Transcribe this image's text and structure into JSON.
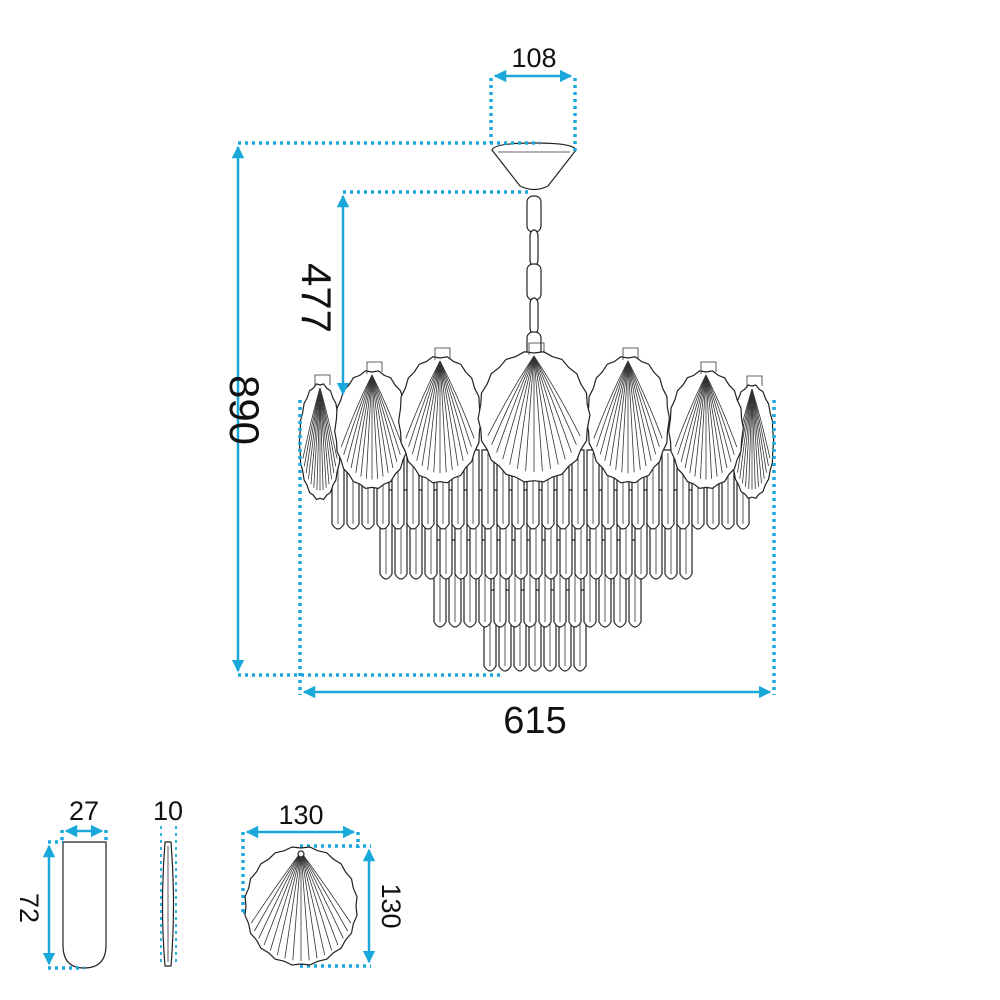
{
  "colors": {
    "dimension": "#1aa7d9",
    "outline": "#222222",
    "text": "#111111",
    "background": "#ffffff"
  },
  "dimensions": {
    "canopy_width": "108",
    "total_height": "890",
    "chain_length": "477",
    "body_width": "615"
  },
  "crystal_rod": {
    "width": "27",
    "height": "72",
    "thickness": "10"
  },
  "shell_crystal": {
    "width": "130",
    "height": "130"
  }
}
